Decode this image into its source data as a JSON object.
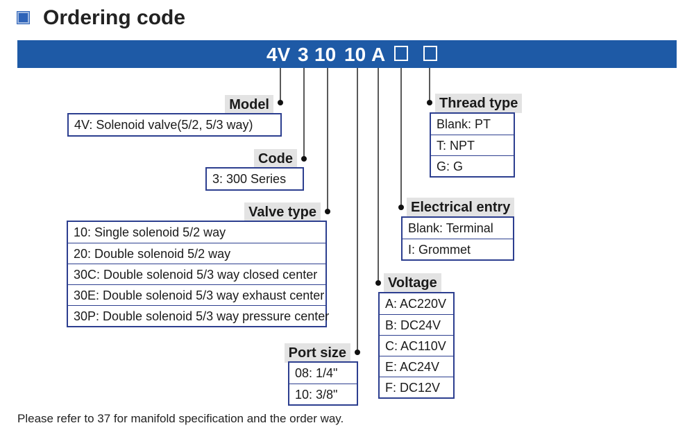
{
  "title": "Ordering code",
  "code": {
    "tokens": [
      "4V",
      "3",
      "10",
      "10",
      "A"
    ]
  },
  "sections": {
    "model": {
      "label": "Model",
      "items": [
        "4V: Solenoid valve(5/2, 5/3 way)"
      ]
    },
    "code": {
      "label": "Code",
      "items": [
        "3: 300 Series"
      ]
    },
    "valve_type": {
      "label": "Valve type",
      "items": [
        "10: Single solenoid 5/2 way",
        "20: Double solenoid 5/2 way",
        "30C: Double solenoid 5/3 way closed center",
        "30E: Double solenoid 5/3 way exhaust center",
        "30P: Double solenoid 5/3 way pressure center"
      ]
    },
    "port_size": {
      "label": "Port size",
      "items": [
        "08: 1/4\"",
        "10: 3/8\""
      ]
    },
    "voltage": {
      "label": "Voltage",
      "items": [
        "A: AC220V",
        "B: DC24V",
        "C: AC110V",
        "E: AC24V",
        "F: DC12V"
      ]
    },
    "electrical_entry": {
      "label": "Electrical entry",
      "items": [
        "Blank: Terminal",
        "I: Grommet"
      ]
    },
    "thread_type": {
      "label": "Thread type",
      "items": [
        "Blank: PT",
        "T: NPT",
        "G: G"
      ]
    }
  },
  "footnote": "Please refer to 37 for manifold specification and the order way.",
  "colors": {
    "banner": "#1e5aa6",
    "border": "#2c3e8f",
    "label_bg": "#e3e3e3",
    "icon": "#2e63b8"
  }
}
